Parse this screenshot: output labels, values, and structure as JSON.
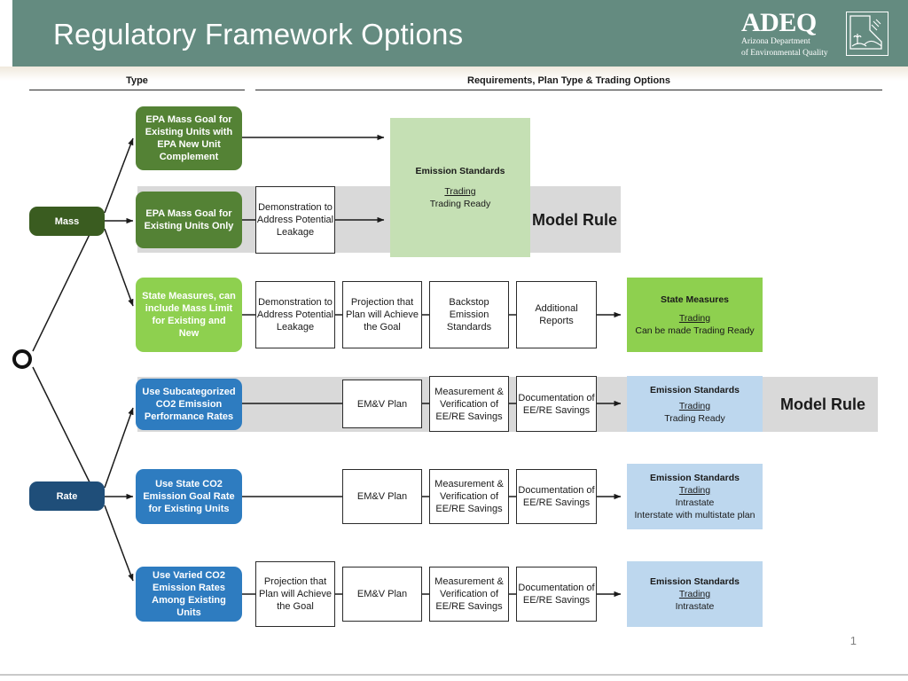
{
  "header": {
    "title": "Regulatory Framework Options",
    "logo": {
      "acronym": "ADEQ",
      "line1": "Arizona Department",
      "line2": "of Environmental Quality"
    }
  },
  "columns": {
    "type": "Type",
    "requirements": "Requirements, Plan Type & Trading Options"
  },
  "start_node": {
    "label": ""
  },
  "type_nodes": [
    {
      "id": "mass",
      "label": "Mass",
      "color": "#3a5c20"
    },
    {
      "id": "rate",
      "label": "Rate",
      "color": "#1f4e79"
    }
  ],
  "rows": [
    {
      "id": "epa-mass-new-unit",
      "option": "EPA Mass Goal for Existing Units with EPA New Unit Complement",
      "steps": [],
      "outcome": {
        "title": "Emission Standards",
        "trading_label": "Trading",
        "trading_lines": [
          "Trading Ready"
        ],
        "color": "#c5e0b4"
      },
      "model_rule": "Model Rule"
    },
    {
      "id": "epa-mass-existing-only",
      "option": "EPA Mass Goal for Existing Units Only",
      "steps": [
        "Demonstration to Address Potential Leakage"
      ],
      "outcome": {
        "title": "Emission Standards",
        "trading_label": "Trading",
        "trading_lines": [
          "Trading Ready"
        ],
        "color": "#c5e0b4"
      },
      "model_rule": "Model Rule"
    },
    {
      "id": "state-measures",
      "option": "State Measures, can include Mass Limit for Existing and New",
      "steps": [
        "Demonstration to Address Potential Leakage",
        "Projection that Plan will Achieve the Goal",
        "Backstop Emission Standards",
        "Additional Reports"
      ],
      "outcome": {
        "title": "State Measures",
        "trading_label": "Trading",
        "trading_lines": [
          "Can be made Trading Ready"
        ],
        "color": "#8ed04f"
      },
      "model_rule": ""
    },
    {
      "id": "subcategorized-rates",
      "option": "Use Subcategorized CO2 Emission Performance Rates",
      "steps": [
        "EM&V Plan",
        "Measurement & Verification of EE/RE Savings",
        "Documentation of EE/RE Savings"
      ],
      "outcome": {
        "title": "Emission Standards",
        "trading_label": "Trading",
        "trading_lines": [
          "Trading Ready"
        ],
        "color": "#bdd7ee"
      },
      "model_rule": "Model Rule"
    },
    {
      "id": "state-goal-rate",
      "option": "Use State CO2 Emission Goal Rate for Existing Units",
      "steps": [
        "EM&V Plan",
        "Measurement & Verification of EE/RE Savings",
        "Documentation of EE/RE Savings"
      ],
      "outcome": {
        "title": "Emission Standards",
        "trading_label": "Trading",
        "trading_lines": [
          "Intrastate",
          "Interstate with multistate plan"
        ],
        "color": "#bdd7ee"
      },
      "model_rule": ""
    },
    {
      "id": "varied-rates",
      "option": "Use Varied CO2 Emission Rates Among Existing Units",
      "steps": [
        "Projection that Plan will Achieve the Goal",
        "EM&V Plan",
        "Measurement & Verification of EE/RE Savings",
        "Documentation of EE/RE Savings"
      ],
      "outcome": {
        "title": "Emission Standards",
        "trading_label": "Trading",
        "trading_lines": [
          "Intrastate"
        ],
        "color": "#bdd7ee"
      },
      "model_rule": ""
    }
  ],
  "page_number": "1",
  "colors": {
    "header_band": "#648b80",
    "band_gray": "#d9d9d9",
    "green_light": "#c5e0b4",
    "green_bright": "#8ed04f",
    "green_mid": "#548235",
    "green_dark": "#3a5c20",
    "blue_light": "#bdd7ee",
    "blue_mid": "#2e7cc0",
    "blue_dark": "#1f4e79"
  }
}
